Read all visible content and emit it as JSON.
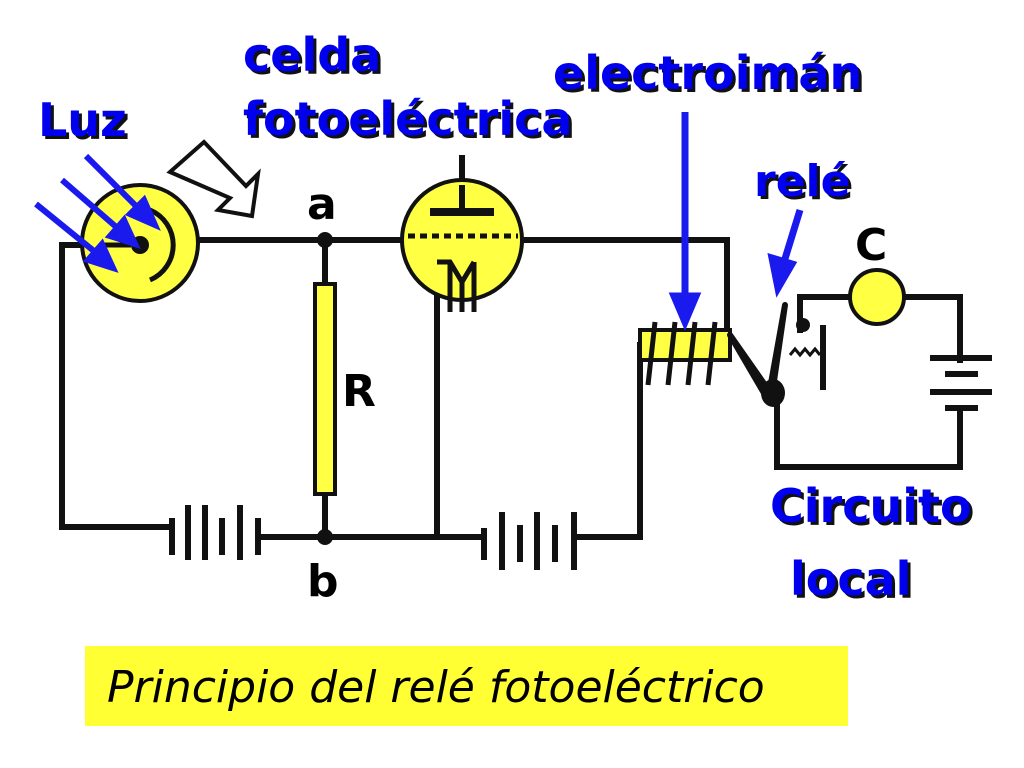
{
  "labels": {
    "luz": "Luz",
    "celda_line1": "celda",
    "celda_line2": "fotoeléctrica",
    "electroiman": "electroimán",
    "rele": "relé",
    "point_a": "a",
    "point_b": "b",
    "resistor": "R",
    "lamp": "C",
    "circuito_line1": "Circuito",
    "circuito_line2": "local"
  },
  "caption": "Principio del relé fotoeléctrico",
  "colors": {
    "label_blue": "#0000ee",
    "component_yellow": "#ffff44",
    "caption_background": "#ffff33",
    "wire": "#111111"
  }
}
